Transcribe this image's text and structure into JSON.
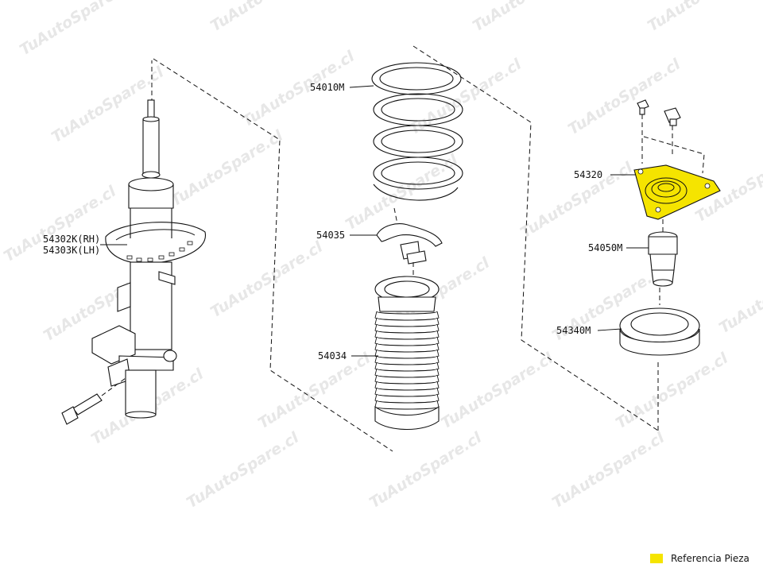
{
  "watermark": "TuAutoSpare.cl",
  "highlight_color": "#f5e400",
  "line_color": "#111111",
  "parts": [
    {
      "id": "strut",
      "label_rh": "54302K(RH)",
      "label_lh": "54303K(LH)"
    },
    {
      "id": "coil-spring",
      "label": "54010M"
    },
    {
      "id": "spring-seat",
      "label": "54035"
    },
    {
      "id": "dust-boot",
      "label": "54034"
    },
    {
      "id": "strut-mount",
      "label": "54320",
      "highlighted": true
    },
    {
      "id": "bump-stop",
      "label": "54050M"
    },
    {
      "id": "mount-bearing",
      "label": "54340M"
    }
  ],
  "legend": {
    "label": "Referencia Pieza"
  }
}
